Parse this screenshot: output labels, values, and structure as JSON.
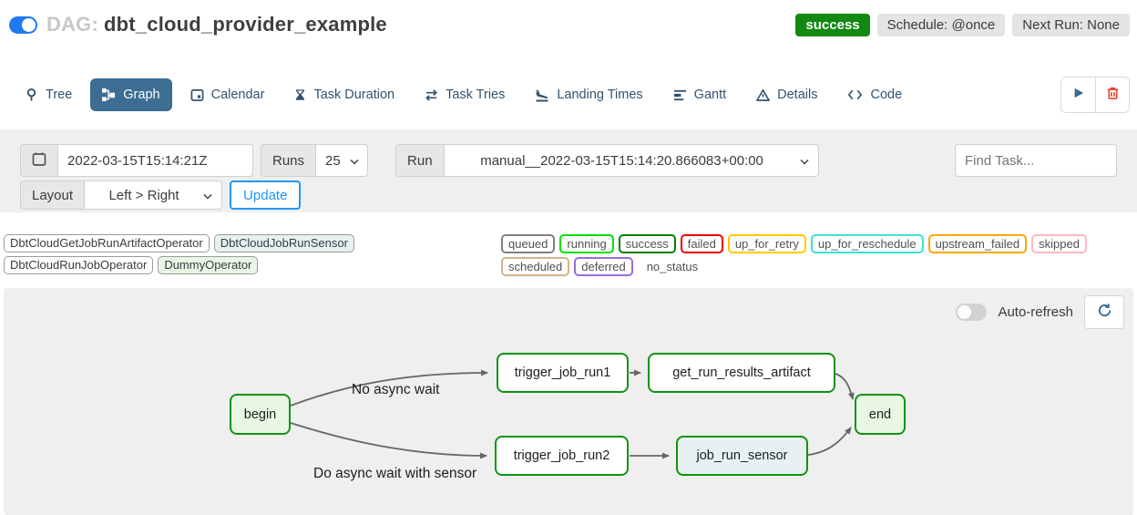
{
  "header": {
    "dag_prefix": "DAG:",
    "dag_name": "dbt_cloud_provider_example",
    "status_badge": "success",
    "schedule_badge": "Schedule: @once",
    "next_run_badge": "Next Run: None"
  },
  "tabs": [
    {
      "label": "Tree",
      "active": false
    },
    {
      "label": "Graph",
      "active": true
    },
    {
      "label": "Calendar",
      "active": false
    },
    {
      "label": "Task Duration",
      "active": false
    },
    {
      "label": "Task Tries",
      "active": false
    },
    {
      "label": "Landing Times",
      "active": false
    },
    {
      "label": "Gantt",
      "active": false
    },
    {
      "label": "Details",
      "active": false
    },
    {
      "label": "Code",
      "active": false
    }
  ],
  "filters": {
    "base_date": "2022-03-15T15:14:21Z",
    "runs_label": "Runs",
    "runs_value": "25",
    "run_label": "Run",
    "run_value": "manual__2022-03-15T15:14:20.866083+00:00",
    "find_task_placeholder": "Find Task...",
    "layout_label": "Layout",
    "layout_value": "Left > Right",
    "update_label": "Update"
  },
  "legend": {
    "operators": [
      {
        "label": "DbtCloudGetJobRunArtifactOperator",
        "color": "#ffffff"
      },
      {
        "label": "DbtCloudJobRunSensor",
        "color": "#e6f1f2"
      },
      {
        "label": "DbtCloudRunJobOperator",
        "color": "#ffffff"
      },
      {
        "label": "DummyOperator",
        "color": "#e8f7e4"
      }
    ],
    "statuses": [
      {
        "label": "queued",
        "color": "#808080"
      },
      {
        "label": "running",
        "color": "#00e000"
      },
      {
        "label": "success",
        "color": "#008000"
      },
      {
        "label": "failed",
        "color": "#ee0000"
      },
      {
        "label": "up_for_retry",
        "color": "#ffc800"
      },
      {
        "label": "up_for_reschedule",
        "color": "#40e0d0"
      },
      {
        "label": "upstream_failed",
        "color": "#ffa500"
      },
      {
        "label": "skipped",
        "color": "#ffb6c1"
      },
      {
        "label": "scheduled",
        "color": "#d2b48c"
      },
      {
        "label": "deferred",
        "color": "#9370db"
      },
      {
        "label": "no_status",
        "color": "none"
      }
    ]
  },
  "graph": {
    "auto_refresh_label": "Auto-refresh",
    "auto_refresh_on": false,
    "nodes": [
      {
        "id": "begin",
        "label": "begin",
        "fill": "#e8f7e4",
        "border": "#0f940f"
      },
      {
        "id": "trigger_job_run1",
        "label": "trigger_job_run1",
        "fill": "#ffffff",
        "border": "#0f940f"
      },
      {
        "id": "get_run_results_artifact",
        "label": "get_run_results_artifact",
        "fill": "#ffffff",
        "border": "#0f940f"
      },
      {
        "id": "end",
        "label": "end",
        "fill": "#e8f7e4",
        "border": "#0f940f"
      },
      {
        "id": "trigger_job_run2",
        "label": "trigger_job_run2",
        "fill": "#ffffff",
        "border": "#0f940f"
      },
      {
        "id": "job_run_sensor",
        "label": "job_run_sensor",
        "fill": "#e6f1f2",
        "border": "#0f940f"
      }
    ],
    "edges": [
      {
        "from": "begin",
        "to": "trigger_job_run1",
        "label": "No async wait"
      },
      {
        "from": "begin",
        "to": "trigger_job_run2",
        "label": "Do async wait with sensor"
      },
      {
        "from": "trigger_job_run1",
        "to": "get_run_results_artifact",
        "label": ""
      },
      {
        "from": "get_run_results_artifact",
        "to": "end",
        "label": ""
      },
      {
        "from": "trigger_job_run2",
        "to": "job_run_sensor",
        "label": ""
      },
      {
        "from": "job_run_sensor",
        "to": "end",
        "label": ""
      }
    ]
  },
  "colors": {
    "toggle_on_blue": "#1f7af0",
    "tab_active_bg": "#3c6d92",
    "tab_text": "#33536f",
    "success_green": "#128912",
    "node_border_green": "#0f940f",
    "update_blue": "#2196f3",
    "trash_red": "#e5402a",
    "panel_gray": "#efefef",
    "edge_gray": "#666666"
  }
}
